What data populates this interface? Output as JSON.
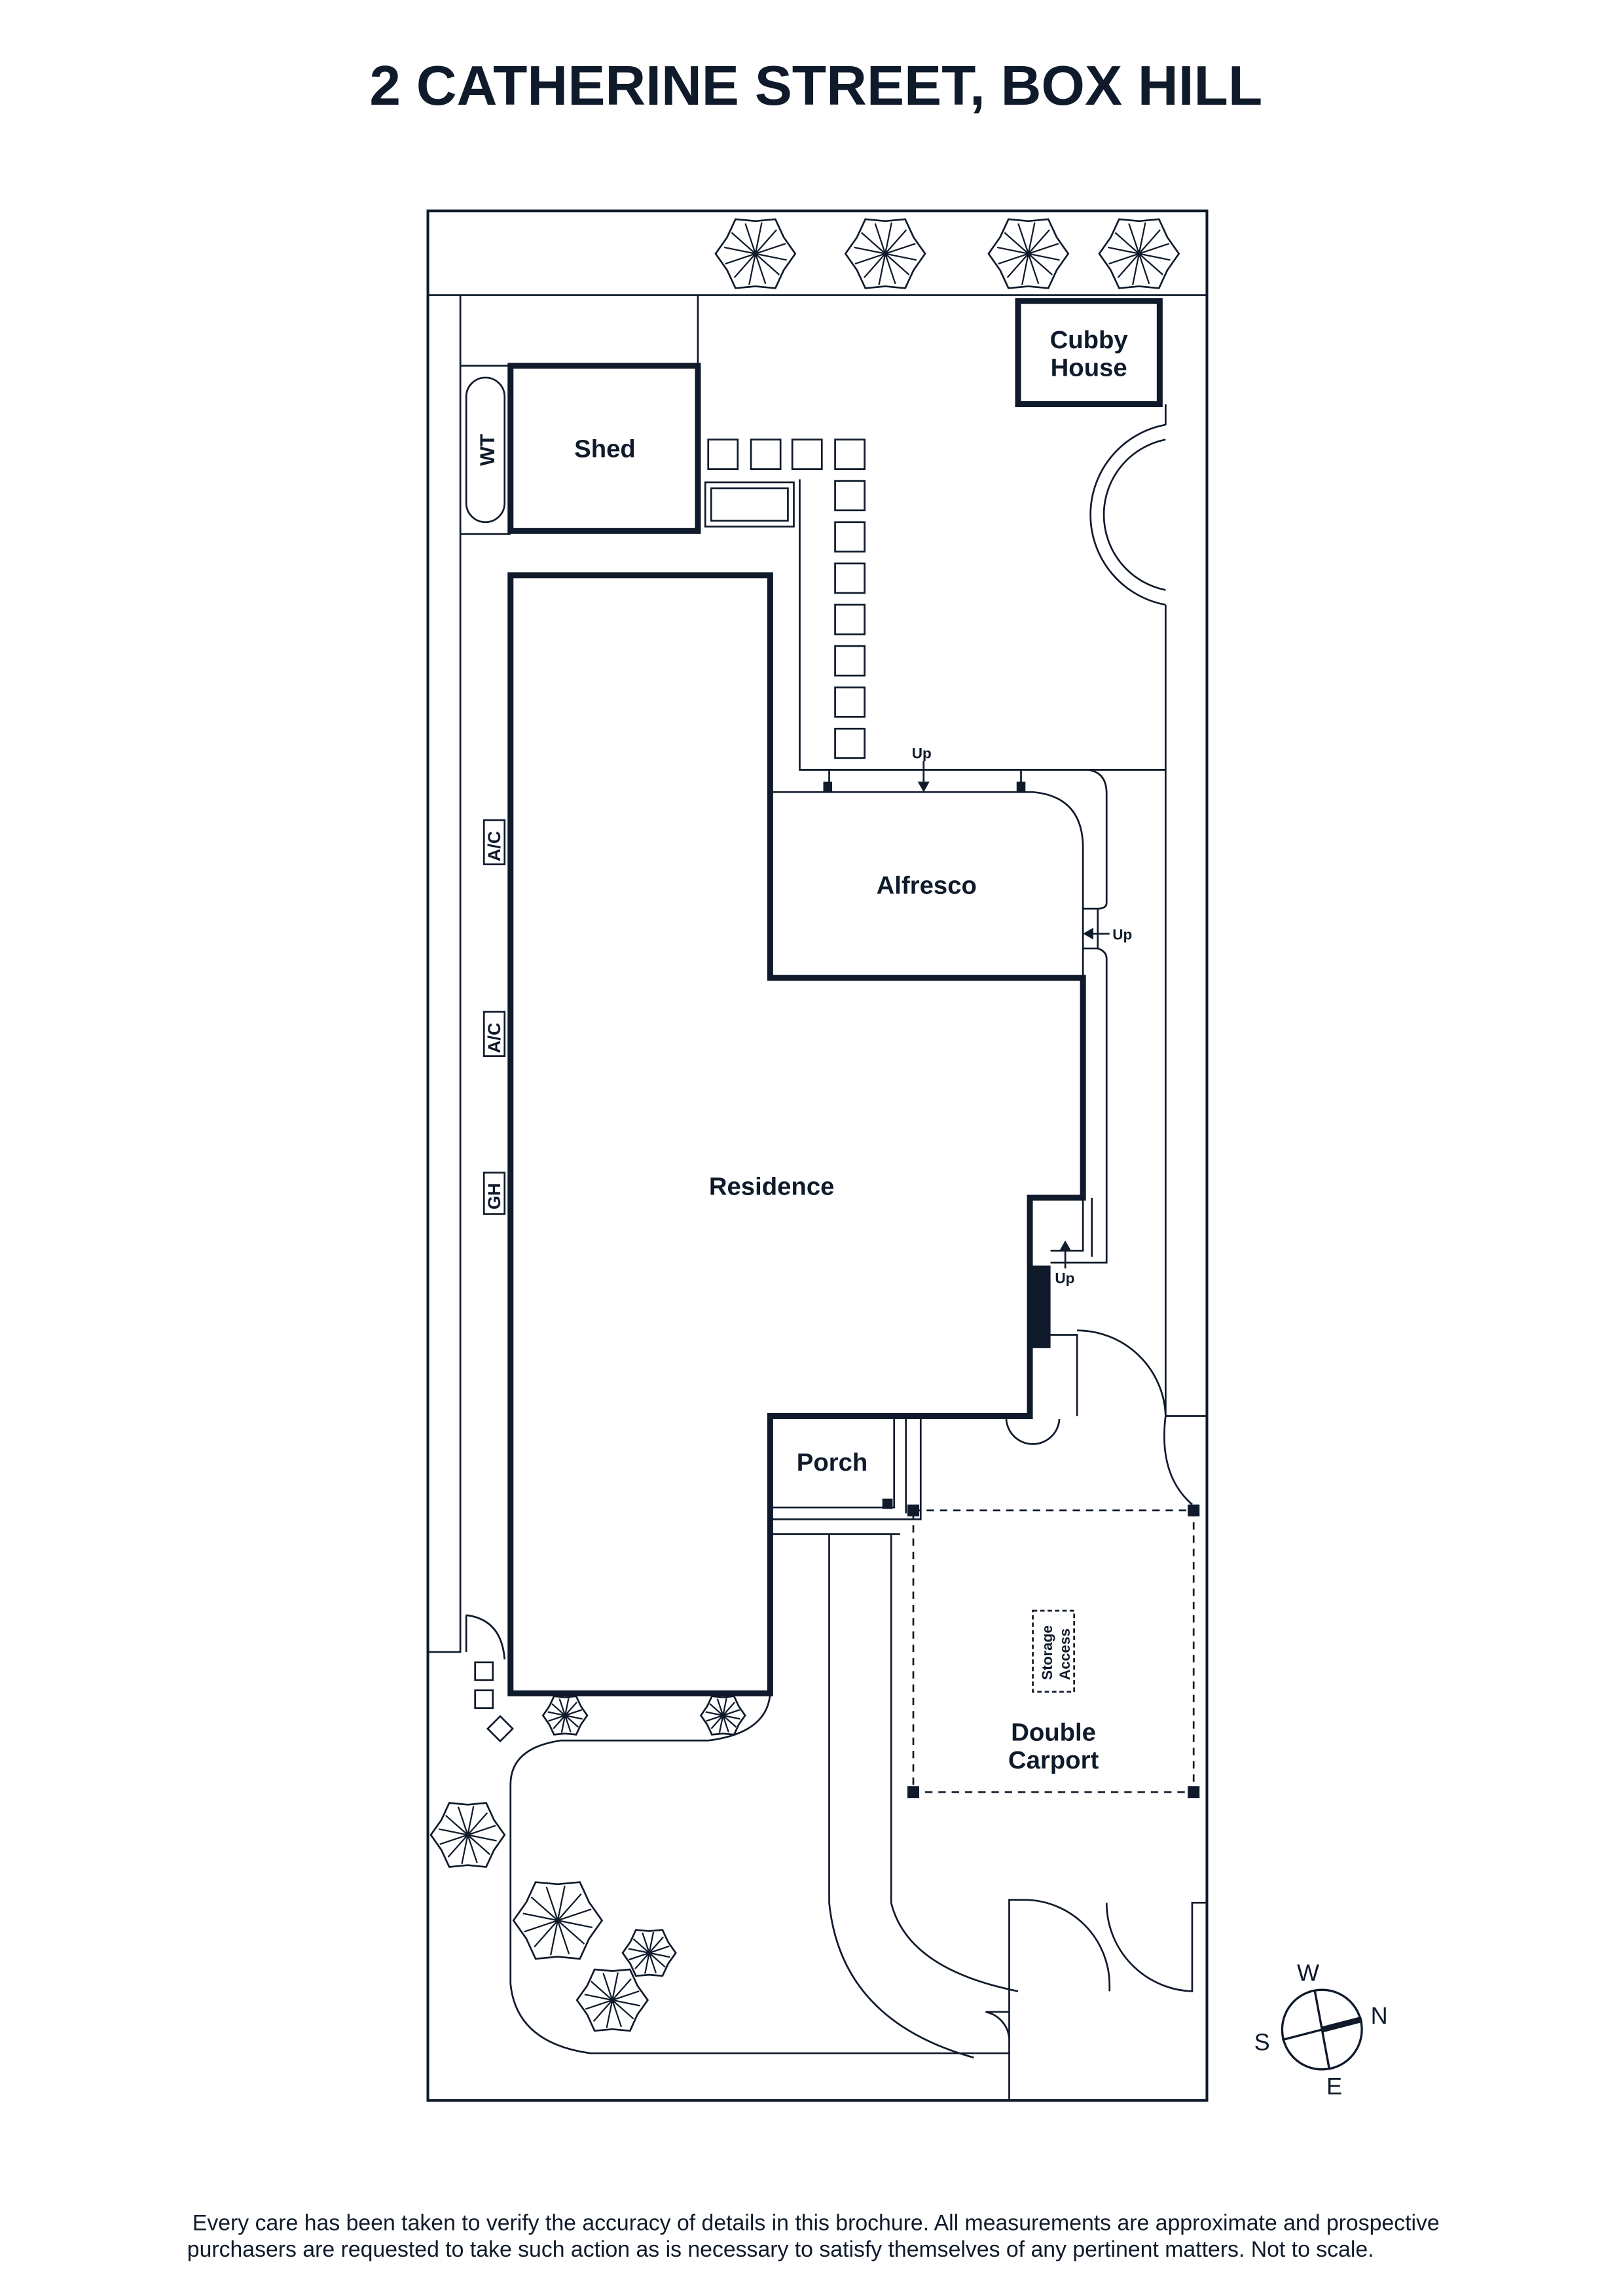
{
  "title": "2 CATHERINE STREET, BOX HILL",
  "labels": {
    "cubby_line1": "Cubby",
    "cubby_line2": "House",
    "shed": "Shed",
    "water_tank": "WT",
    "ac1": "A/C",
    "ac2": "A/C",
    "gh": "GH",
    "residence": "Residence",
    "alfresco": "Alfresco",
    "porch": "Porch",
    "storage_line1": "Storage",
    "storage_line2": "Access",
    "carport_line1": "Double",
    "carport_line2": "Carport",
    "up1": "Up",
    "up2": "Up",
    "up3": "Up"
  },
  "compass": {
    "north": "N",
    "south": "S",
    "east": "E",
    "west": "W"
  },
  "footer": {
    "line1": "Every care has been taken to verify the accuracy of details in this brochure. All measurements are approximate and prospective",
    "line2": "purchasers are requested to take such action as is necessary to satisfy themselves of any pertinent matters. Not to scale."
  },
  "colors": {
    "ink": "#0f1a2a",
    "background": "#ffffff"
  }
}
